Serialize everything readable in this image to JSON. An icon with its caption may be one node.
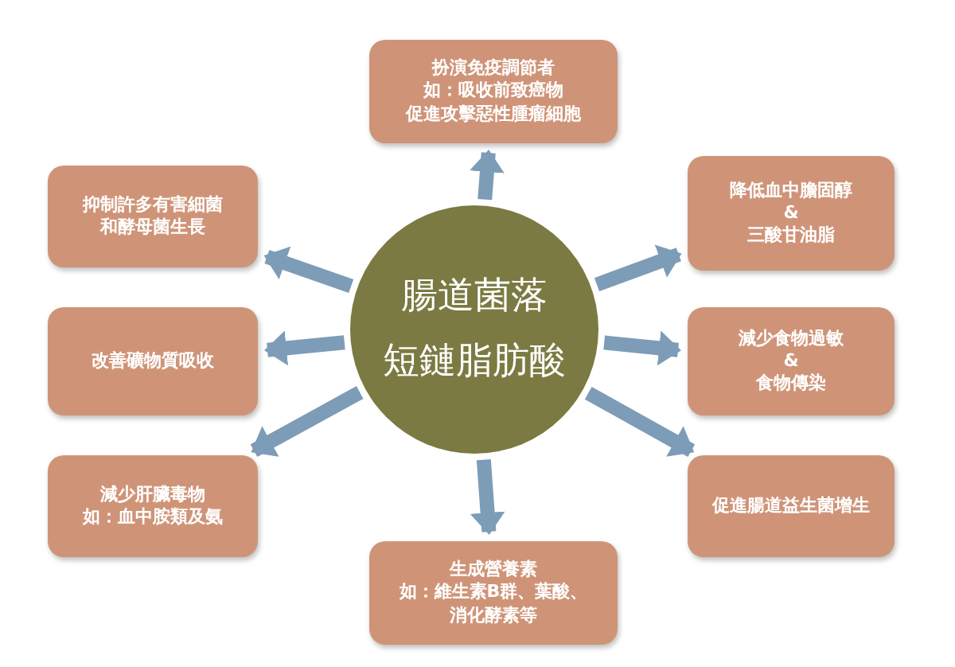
{
  "diagram": {
    "nodes": [
      {
        "text": [
          "扮演免疫調節者",
          "如：吸收前致癌物",
          "促進攻擊惡性腫瘤細胞"
        ]
      },
      {
        "text": [
          "抑制許多有害細菌和酵母菌生長"
        ]
      },
      {
        "text": [
          "降低血中膽固醇",
          "&",
          "三酸甘油脂"
        ]
      },
      {
        "text": [
          "改善礦物質吸收"
        ]
      },
      {
        "text": [
          "腸道菌落",
          "短鏈脂肪酸"
        ]
      },
      {
        "text": [
          "減少食物過敏",
          "&",
          "食物傳染"
        ]
      },
      {
        "text": [
          "減少肝臟毒物",
          "如：血中胺類及氨"
        ]
      },
      {
        "text": [
          "促進腸道益生菌增生"
        ]
      },
      {
        "text": [
          "生成營養素",
          "如：維生素B群、葉酸、消化酵素等"
        ]
      }
    ],
    "edges": [
      {
        "from": 4,
        "to": 0,
        "arrow": "to"
      },
      {
        "from": 4,
        "to": 1,
        "arrow": "to"
      },
      {
        "from": 4,
        "to": 2,
        "arrow": "to"
      },
      {
        "from": 4,
        "to": 3,
        "arrow": "to"
      },
      {
        "from": 4,
        "to": 5,
        "arrow": "to"
      },
      {
        "from": 4,
        "to": 6,
        "arrow": "to"
      },
      {
        "from": 4,
        "to": 7,
        "arrow": "to"
      },
      {
        "from": 4,
        "to": 8,
        "arrow": "to"
      }
    ]
  }
}
